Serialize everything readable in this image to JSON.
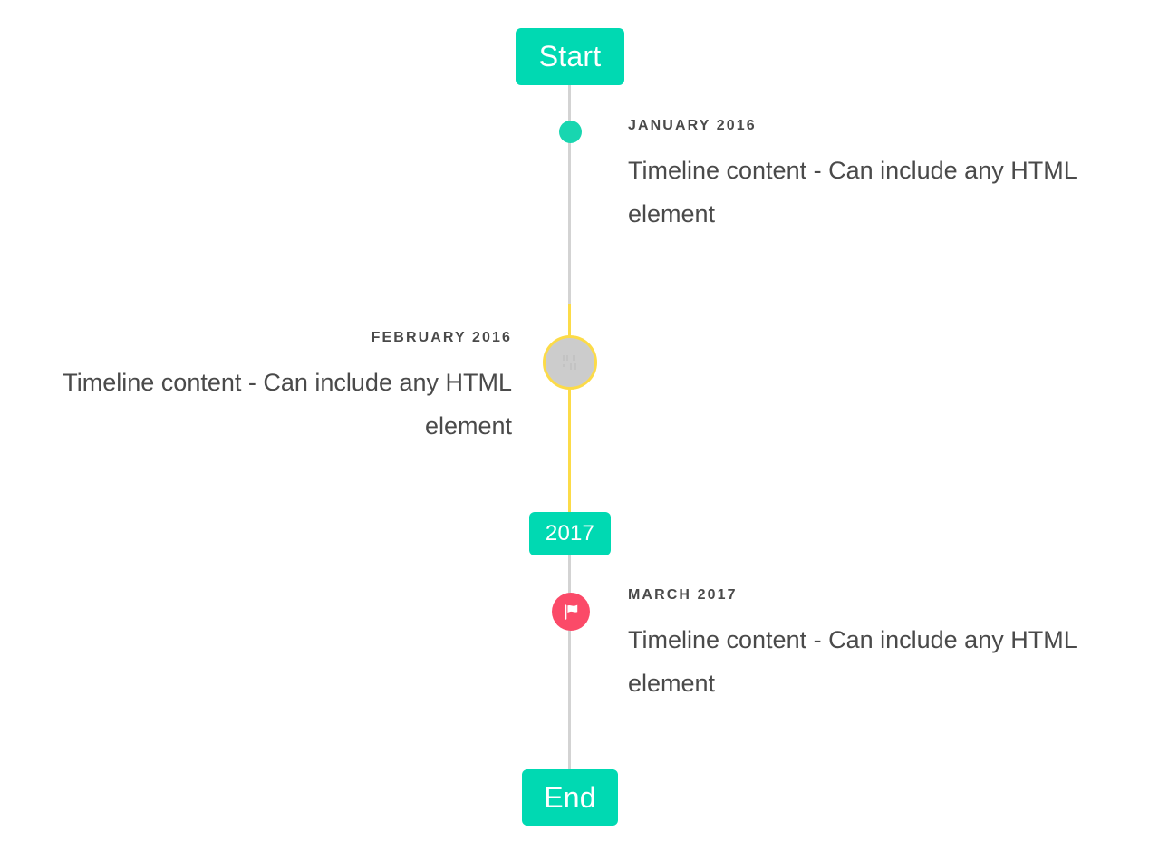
{
  "colors": {
    "accent_teal": "#00d9b2",
    "marker_dot": "#18d6b0",
    "line_grey": "#d3d3d3",
    "line_yellow": "#fcdb48",
    "marker_grey": "#cccccc",
    "marker_pink": "#fb4a68",
    "text": "#4a4a4a",
    "background": "#ffffff"
  },
  "timeline": {
    "start_label": "Start",
    "year_label": "2017",
    "end_label": "End",
    "entries": [
      {
        "date": "JANUARY 2016",
        "body": "Timeline content - Can include any HTML element",
        "side": "right",
        "marker": "dot-icon"
      },
      {
        "date": "FEBRUARY 2016",
        "body": "Timeline content - Can include any HTML element",
        "side": "left",
        "marker": "broken-image-icon"
      },
      {
        "date": "MARCH 2017",
        "body": "Timeline content - Can include any HTML element",
        "side": "right",
        "marker": "flag-icon"
      }
    ]
  }
}
